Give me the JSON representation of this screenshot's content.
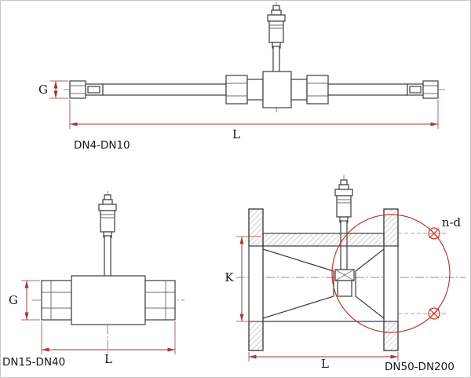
{
  "colors": {
    "line": "#3c3c3c",
    "dimension": "#9e3a3a",
    "bolt_circle": "#c0392b",
    "background": "#ffffff"
  },
  "diagrams": {
    "small": {
      "label": "DN4-DN10",
      "dims": {
        "g": "G",
        "l": "L"
      }
    },
    "medium": {
      "label": "DN15-DN40",
      "dims": {
        "g": "G",
        "l": "L"
      }
    },
    "large": {
      "label": "DN50-DN200",
      "dims": {
        "k": "K",
        "l": "L",
        "nd": "n-d"
      }
    }
  }
}
